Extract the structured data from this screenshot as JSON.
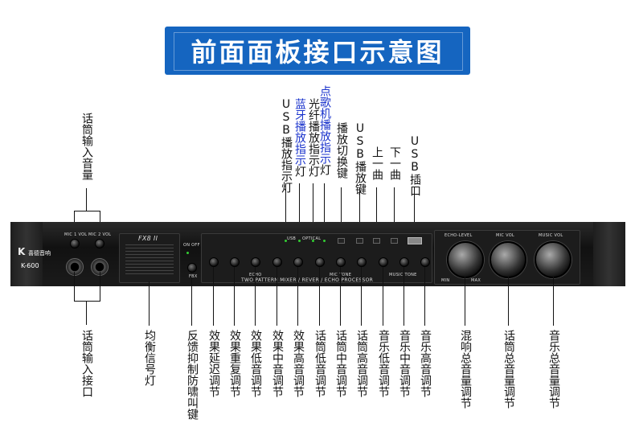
{
  "banner_title": "前面面板接口示意图",
  "top_labels": {
    "mic_vol": "话筒输入音量",
    "usb_led": "USB播放指示灯",
    "bt_led": "蓝牙播放指示灯",
    "optical_led": "光纤播放指示灯",
    "karaoke_led": "点歌机播放指示灯",
    "mode_key": "播放切换键",
    "usb_key": "USB播放键",
    "prev": "上一曲",
    "next": "下一曲",
    "usb_port": "USB插口"
  },
  "bottom_labels": {
    "mic_in": "话筒输入接口",
    "eq_led": "均衡信号灯",
    "feedback": "反馈抑制防啸叫键",
    "delay": "效果延迟调节",
    "repeat": "效果重复调节",
    "fx_bass": "效果低音调节",
    "fx_mid": "效果中音调节",
    "fx_treble": "效果高音调节",
    "mic_bass": "话筒低音调节",
    "mic_mid": "话筒中音调节",
    "mic_treble": "话筒高音调节",
    "mus_bass": "音乐低音调节",
    "mus_mid": "音乐中音调节",
    "mus_treble": "音乐高音调节",
    "echo_level": "混响总音量调节",
    "mic_master": "话筒总音量调节",
    "music_master": "音乐总音量调节"
  },
  "device": {
    "brand": "喜德音响",
    "model": "K-600",
    "fx_title": "FX8 II",
    "mic1_vol": "MIC 1 VOL",
    "mic2_vol": "MIC 2 VOL",
    "echo_group": "ECHO",
    "mic_tone_group": "MIC TONE",
    "music_tone_group": "MUSIC TONE",
    "processor_title": "TWO PATTERN MIXER / REVER / ECHO PROCESSOR",
    "echo_level": "ECHO-LEVEL",
    "mic_vol": "MIC VOL",
    "music_vol": "MUSIC VOL",
    "min": "MIN",
    "max": "MAX",
    "usb": "USB",
    "optical": "OPTICAL",
    "on_off": "ON OFF",
    "fbx": "FBX"
  },
  "colors": {
    "banner": "#1565c0",
    "blue_text": "#1a33cc",
    "text": "#111111"
  }
}
